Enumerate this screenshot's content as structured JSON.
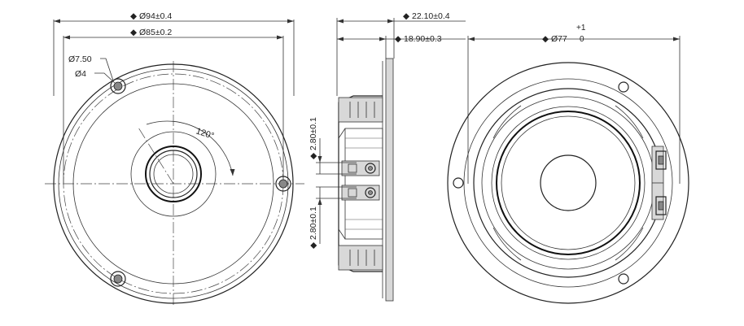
{
  "front_view": {
    "dim_outer": "Ø94±0.4",
    "dim_bolt_circle": "Ø85±0.2",
    "dim_hole_outer": "Ø7.50",
    "dim_hole_inner": "Ø4",
    "angle": "120°"
  },
  "side_view": {
    "dim_depth_total": "22.10±0.4",
    "dim_depth_body": "18.90±0.3",
    "dim_terminal_upper": "2.80±0.1",
    "dim_terminal_lower": "2.80±0.1"
  },
  "rear_view": {
    "dim_cutout": "Ø77",
    "tol_upper": "+1",
    "tol_lower": "0"
  },
  "marker": "◆"
}
